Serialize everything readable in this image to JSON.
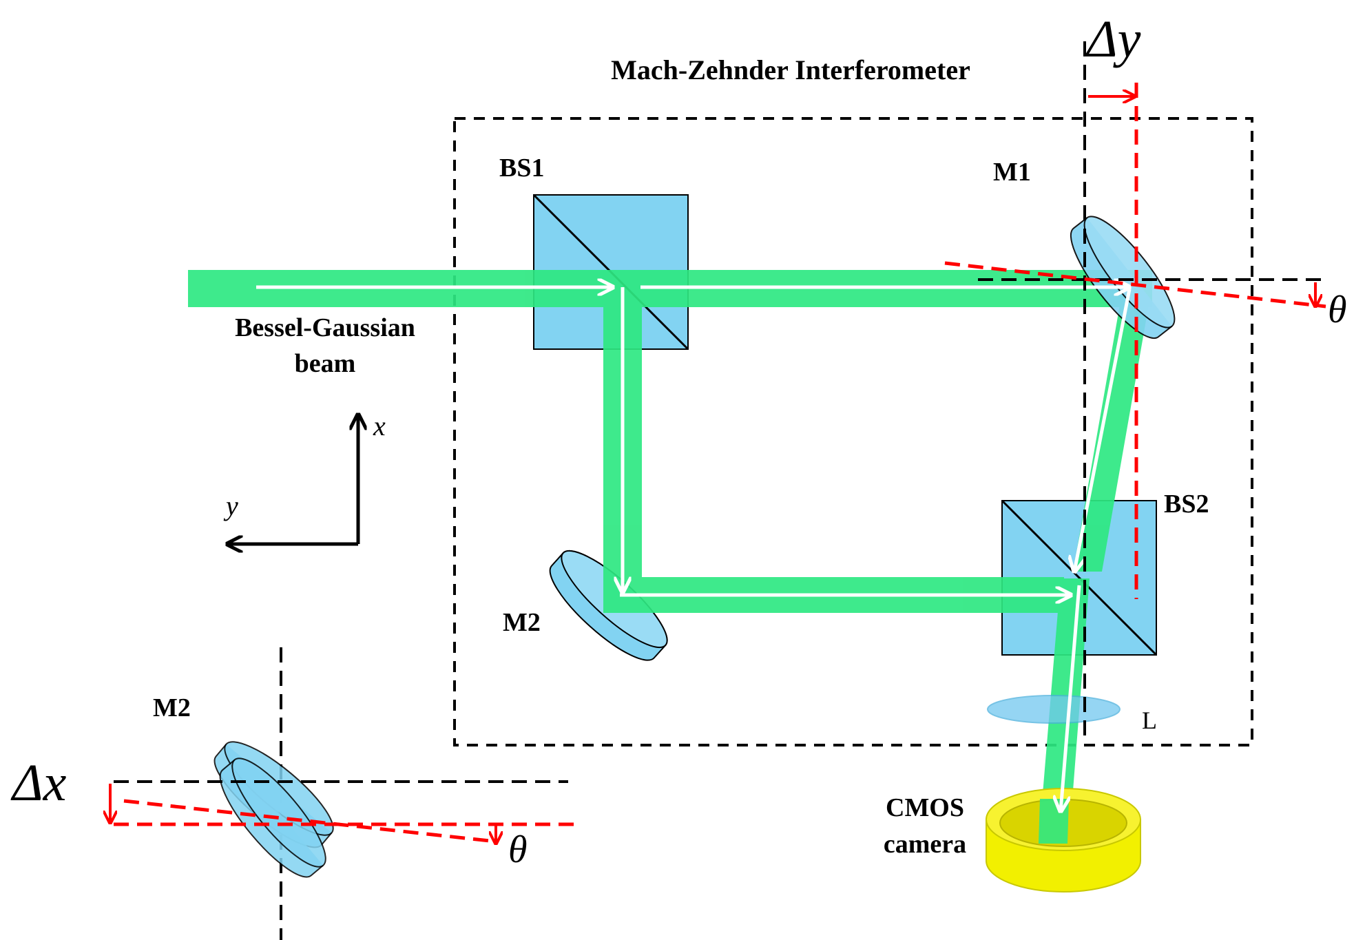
{
  "title": "Mach-Zehnder Interferometer",
  "labels": {
    "bs1": "BS1",
    "bs2": "BS2",
    "m1": "M1",
    "m2": "M2",
    "m2_inset": "M2",
    "lens": "L",
    "beam_line1": "Bessel-Gaussian",
    "beam_line2": "beam",
    "camera_line1": "CMOS",
    "camera_line2": "camera",
    "axis_x": "x",
    "axis_y": "y",
    "delta_y": "Δy",
    "delta_x": "Δx",
    "theta_m1": "θ",
    "theta_m2": "θ"
  },
  "colors": {
    "beam": "#2ee882",
    "optics": "#82d3f2",
    "optics_stroke": "#000000",
    "lens": "#72c8ef",
    "camera": "#f2f000",
    "camera_rim": "#c8c800",
    "displacement": "#ff0000",
    "dashed_frame": "#000000",
    "arrow": "#ffffff"
  }
}
